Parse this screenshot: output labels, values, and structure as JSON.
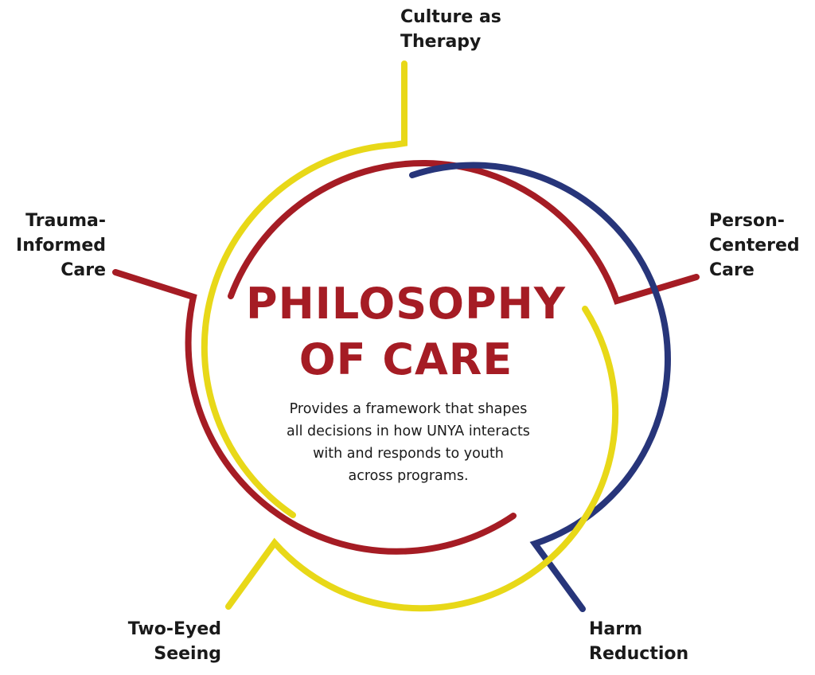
{
  "colors": {
    "yellow": "#E8D818",
    "red": "#A51C24",
    "blue": "#27357A",
    "text": "#1a1a1a"
  },
  "title": {
    "line1": "PHILOSOPHY",
    "line2": "OF CARE"
  },
  "description": {
    "lines": [
      "Provides a framework that shapes",
      "all decisions in how UNYA interacts",
      "with and responds to youth",
      "across programs."
    ]
  },
  "labels": {
    "culture": {
      "line1": "Culture as",
      "line2": "Therapy"
    },
    "trauma": {
      "line1": "Trauma-",
      "line2": "Informed",
      "line3": "Care"
    },
    "person": {
      "line1": "Person-",
      "line2": "Centered",
      "line3": "Care"
    },
    "two_eyed": {
      "line1": "Two-Eyed",
      "line2": "Seeing"
    },
    "harm": {
      "line1": "Harm",
      "line2": "Reduction"
    }
  }
}
